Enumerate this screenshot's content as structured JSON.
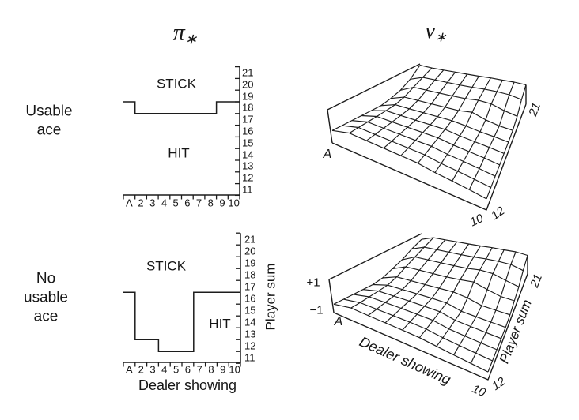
{
  "figure": {
    "titles": {
      "policy": "π",
      "value": "v",
      "subscript": "∗"
    },
    "row_labels": {
      "usable": [
        "Usable",
        "ace"
      ],
      "no_usable": [
        "No",
        "usable",
        "ace"
      ]
    },
    "axis_labels": {
      "x": "Dealer showing",
      "y": "Player sum"
    },
    "surface_labels": {
      "zmax": "+1",
      "zmin": "−1",
      "dealer_first": "A",
      "dealer_last": "10",
      "player_first": "12",
      "player_last": "21"
    }
  },
  "chart_data": [
    {
      "type": "line",
      "variant": "policy-step-boundary",
      "panel": "top-left",
      "title": "π*",
      "condition": "Usable ace",
      "xlabel": "Dealer showing",
      "ylabel": "Player sum",
      "categories": [
        "A",
        "2",
        "3",
        "4",
        "5",
        "6",
        "7",
        "8",
        "9",
        "10"
      ],
      "y_ticks": [
        11,
        12,
        13,
        14,
        15,
        16,
        17,
        18,
        19,
        20,
        21
      ],
      "ylim": [
        11,
        21
      ],
      "stick_min_player_sum": [
        19,
        18,
        18,
        18,
        18,
        18,
        18,
        18,
        19,
        19
      ],
      "regions": {
        "above": "STICK",
        "below": "HIT"
      }
    },
    {
      "type": "line",
      "variant": "policy-step-boundary",
      "panel": "bottom-left",
      "title": "π*",
      "condition": "No usable ace",
      "xlabel": "Dealer showing",
      "ylabel": "Player sum",
      "categories": [
        "A",
        "2",
        "3",
        "4",
        "5",
        "6",
        "7",
        "8",
        "9",
        "10"
      ],
      "y_ticks": [
        11,
        12,
        13,
        14,
        15,
        16,
        17,
        18,
        19,
        20,
        21
      ],
      "ylim": [
        11,
        21
      ],
      "stick_min_player_sum": [
        17,
        13,
        13,
        12,
        12,
        12,
        17,
        17,
        17,
        17
      ],
      "regions": {
        "above": "STICK",
        "below": "HIT"
      }
    },
    {
      "type": "heatmap",
      "projection": "3d-wireframe",
      "panel": "top-right",
      "title": "v*",
      "condition": "Usable ace",
      "xlabel": "Dealer showing",
      "ylabel": "Player sum",
      "x": [
        "A",
        "2",
        "3",
        "4",
        "5",
        "6",
        "7",
        "8",
        "9",
        "10"
      ],
      "y": [
        12,
        13,
        14,
        15,
        16,
        17,
        18,
        19,
        20,
        21
      ],
      "zlim": [
        -1,
        1
      ],
      "z": [
        [
          -0.25,
          0.07,
          0.09,
          0.12,
          0.15,
          0.18,
          0.08,
          0.04,
          -0.02,
          -0.12
        ],
        [
          -0.27,
          0.05,
          0.07,
          0.1,
          0.13,
          0.16,
          0.06,
          0.02,
          -0.04,
          -0.14
        ],
        [
          -0.28,
          0.03,
          0.05,
          0.08,
          0.11,
          0.15,
          0.05,
          0.0,
          -0.06,
          -0.15
        ],
        [
          -0.3,
          0.01,
          0.03,
          0.06,
          0.1,
          0.13,
          0.03,
          -0.02,
          -0.07,
          -0.17
        ],
        [
          -0.31,
          0.0,
          0.02,
          0.05,
          0.08,
          0.12,
          0.02,
          -0.03,
          -0.09,
          -0.18
        ],
        [
          -0.32,
          0.01,
          0.03,
          0.06,
          0.09,
          0.13,
          0.06,
          -0.05,
          -0.1,
          -0.19
        ],
        [
          -0.2,
          0.12,
          0.15,
          0.17,
          0.2,
          0.23,
          0.4,
          0.1,
          -0.1,
          -0.18
        ],
        [
          -0.01,
          0.38,
          0.4,
          0.42,
          0.44,
          0.49,
          0.62,
          0.59,
          0.29,
          0.06
        ],
        [
          0.36,
          0.64,
          0.65,
          0.66,
          0.67,
          0.7,
          0.77,
          0.79,
          0.76,
          0.55
        ],
        [
          0.92,
          0.88,
          0.88,
          0.89,
          0.89,
          0.9,
          0.93,
          0.93,
          0.94,
          0.89
        ]
      ]
    },
    {
      "type": "heatmap",
      "projection": "3d-wireframe",
      "panel": "bottom-right",
      "title": "v*",
      "condition": "No usable ace",
      "xlabel": "Dealer showing",
      "ylabel": "Player sum",
      "x": [
        "A",
        "2",
        "3",
        "4",
        "5",
        "6",
        "7",
        "8",
        "9",
        "10"
      ],
      "y": [
        12,
        13,
        14,
        15,
        16,
        17,
        18,
        19,
        20,
        21
      ],
      "zlim": [
        -1,
        1
      ],
      "z": [
        [
          -0.49,
          -0.25,
          -0.23,
          -0.2,
          -0.17,
          -0.15,
          -0.21,
          -0.27,
          -0.32,
          -0.38
        ],
        [
          -0.51,
          -0.29,
          -0.25,
          -0.21,
          -0.17,
          -0.16,
          -0.27,
          -0.32,
          -0.37,
          -0.42
        ],
        [
          -0.53,
          -0.29,
          -0.25,
          -0.21,
          -0.18,
          -0.16,
          -0.32,
          -0.37,
          -0.42,
          -0.46
        ],
        [
          -0.55,
          -0.3,
          -0.26,
          -0.21,
          -0.18,
          -0.16,
          -0.37,
          -0.42,
          -0.46,
          -0.5
        ],
        [
          -0.57,
          -0.3,
          -0.26,
          -0.22,
          -0.18,
          -0.16,
          -0.41,
          -0.46,
          -0.5,
          -0.54
        ],
        [
          -0.48,
          -0.15,
          -0.12,
          -0.08,
          -0.04,
          0.01,
          -0.11,
          -0.38,
          -0.42,
          -0.46
        ],
        [
          -0.24,
          0.12,
          0.15,
          0.17,
          0.2,
          0.28,
          0.4,
          0.1,
          -0.18,
          -0.24
        ],
        [
          0.0,
          0.38,
          0.4,
          0.42,
          0.44,
          0.49,
          0.62,
          0.59,
          0.29,
          -0.02
        ],
        [
          0.36,
          0.64,
          0.65,
          0.66,
          0.67,
          0.7,
          0.77,
          0.79,
          0.76,
          0.44
        ],
        [
          0.64,
          0.88,
          0.88,
          0.89,
          0.89,
          0.9,
          0.93,
          0.93,
          0.94,
          0.81
        ]
      ]
    }
  ]
}
